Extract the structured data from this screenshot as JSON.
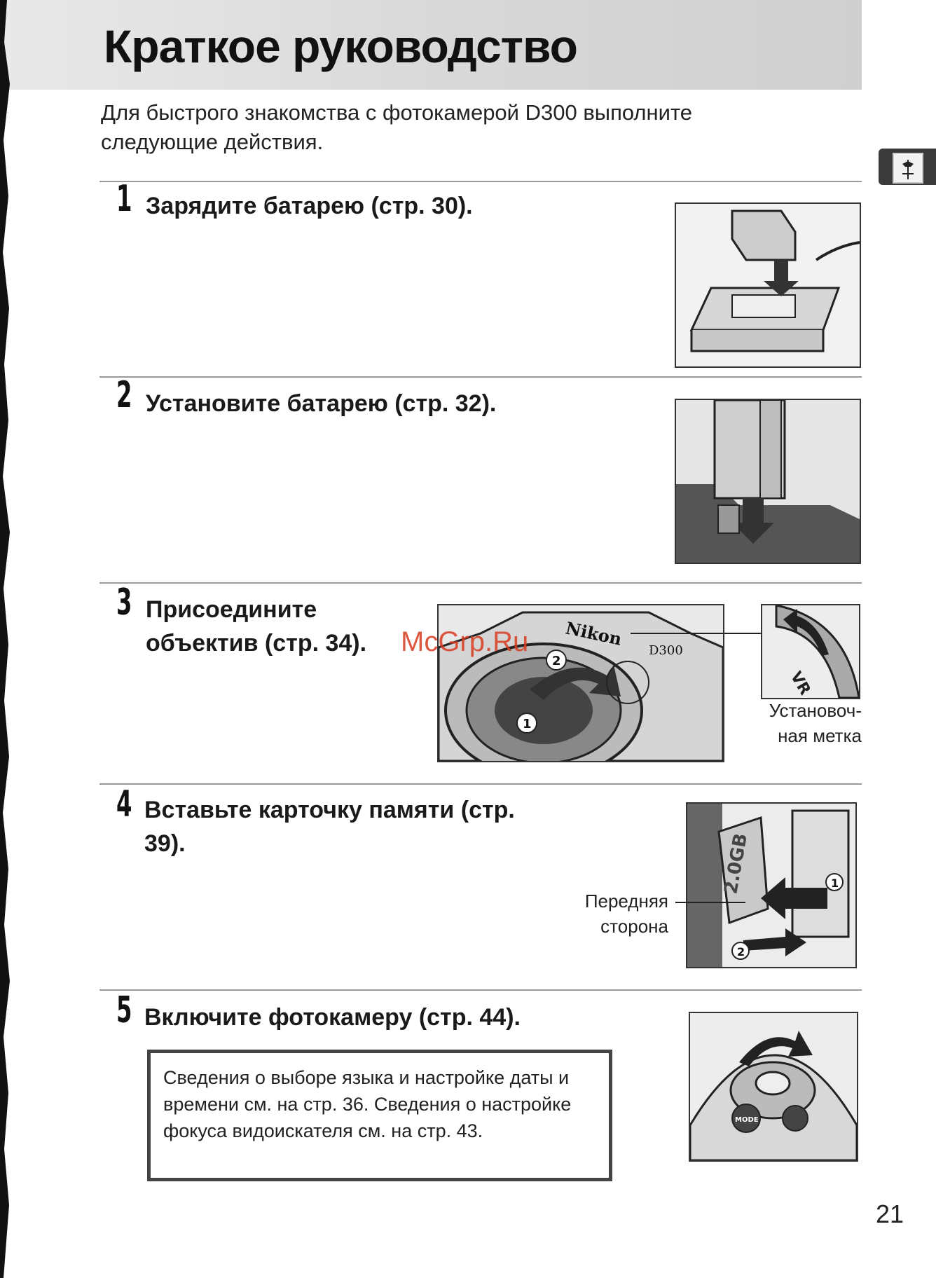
{
  "page": {
    "title": "Краткое руководство",
    "intro": "Для быстрого знакомства с фотокамерой D300 выполните следующие действия.",
    "page_number": "21",
    "watermark": "McGrp.Ru"
  },
  "steps": [
    {
      "number": "1",
      "text": "Зарядите батарею (стр. 30)."
    },
    {
      "number": "2",
      "text": "Установите батарею (стр. 32)."
    },
    {
      "number": "3",
      "text": "Присоедините объектив (стр. 34)."
    },
    {
      "number": "4",
      "text": "Вставьте карточку памяти (стр. 39)."
    },
    {
      "number": "5",
      "text": "Включите фотокамеру (стр. 44)."
    }
  ],
  "captions": {
    "mount_mark": "Установоч-\nная метка",
    "front_side": "Передняя\nсторона"
  },
  "note": "Сведения о выборе языка и настройке даты и времени см. на стр. 36. Сведения о настройке фокуса видоискателя см. на стр. 43.",
  "illustration_labels": {
    "brand": "Nikon",
    "model": "D300",
    "card_capacity": "2.0GB",
    "mark_one": "1",
    "mark_two": "2",
    "vr_mark": "VR",
    "mode_button": "MODE"
  },
  "colors": {
    "watermark": "#d93a1e",
    "tab": "#3a3a3a"
  }
}
